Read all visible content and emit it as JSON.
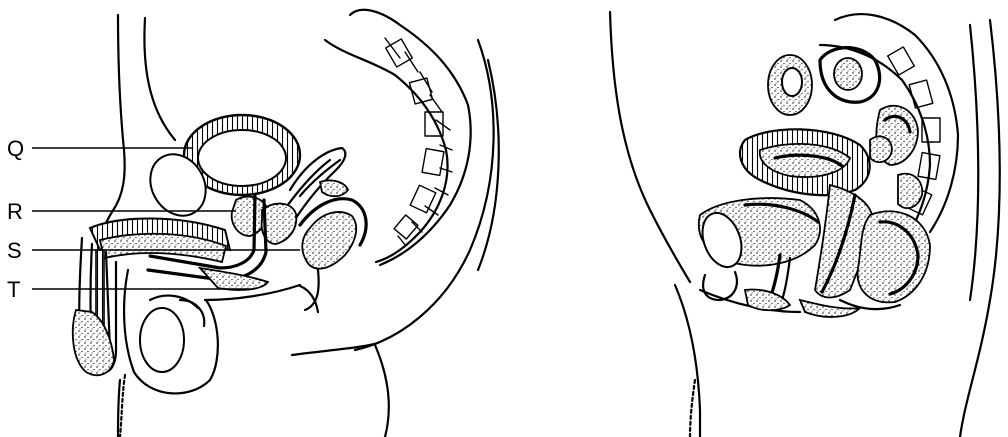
{
  "labels": {
    "q": "Q",
    "r": "R",
    "s": "S",
    "t": "T"
  },
  "colors": {
    "ink": "#000000",
    "background": "#ffffff"
  }
}
